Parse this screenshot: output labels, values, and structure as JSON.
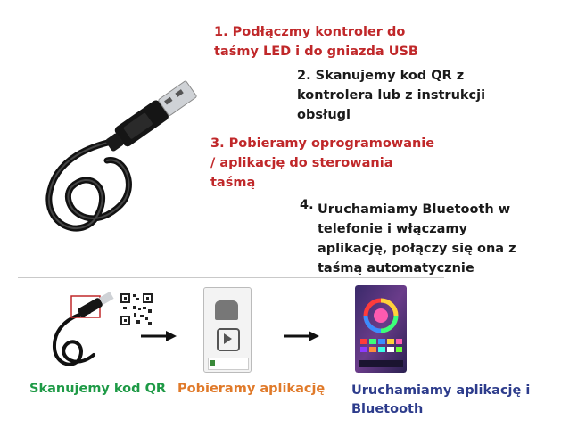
{
  "colors": {
    "red": "#c0282a",
    "green": "#1e9a46",
    "orange": "#e07a2a",
    "blue": "#2d3c8c",
    "black": "#1a1a1a"
  },
  "steps": [
    {
      "text": "1. Podłączmy kontroler do\ntaśmy LED i do gniazda USB"
    },
    {
      "text": "2. Skanujemy kod QR z\nkontrolera lub z instrukcji\nobsługi"
    },
    {
      "text": "3. Pobieramy oprogramowanie\n/ aplikację do sterowania\ntaśmą"
    },
    {
      "number": "4.",
      "text": "Uruchamiamy Bluetooth w\ntelefonie i włączamy\naplikację, połączy się ona z\ntaśmą automatycznie"
    }
  ],
  "captions": {
    "scan": "Skanujemy kod QR",
    "download": "Pobieramy aplikację",
    "run": "Uruchamiamy aplikację i\nBluetooth"
  },
  "icons": {
    "controller": "usb-led-controller-icon",
    "qr": "qr-code-icon",
    "arrow": "arrow-right-icon",
    "store": "app-download-screen-icon",
    "app": "color-wheel-app-screen-icon"
  }
}
